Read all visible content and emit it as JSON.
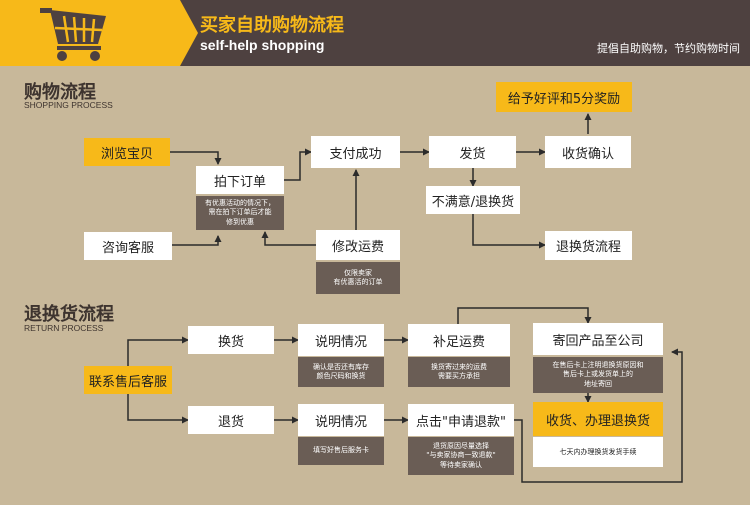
{
  "header": {
    "title": "买家自助购物流程",
    "subtitle": "self-help shopping",
    "tagline": "提倡自助购物，节约购物时间",
    "cart_icon": "shopping-cart-icon"
  },
  "shopping": {
    "title": "购物流程",
    "subtitle": "SHOPPING PROCESS",
    "browse": "浏览宝贝",
    "consult": "咨询客服",
    "order": "拍下订单",
    "order_note": [
      "有优惠活动的情况下，",
      "需在拍下订单后才能",
      "修到优惠"
    ],
    "pay": "支付成功",
    "modify": "修改运费",
    "modify_note": [
      "仅限卖家",
      "有优惠活的订单"
    ],
    "ship": "发货",
    "receive": "收货确认",
    "review": "给予好评和5分奖励",
    "unhappy": "不满意/退换货",
    "return_flow": "退换货流程"
  },
  "returns": {
    "title": "退换货流程",
    "subtitle": "RETURN PROCESS",
    "contact": "联系售后客服",
    "exchange": "换货",
    "explain1": "说明情况",
    "explain1_note": [
      "确认是否还有库存",
      "颜色尺码和换货"
    ],
    "supplement": "补足运费",
    "supplement_note": [
      "换货寄过来的运费",
      "需要买方承担"
    ],
    "send_back": "寄回产品至公司",
    "send_back_note": [
      "在售后卡上注明退换货原因和",
      "售后卡上或发货单上的",
      "地址寄回"
    ],
    "refund": "退货",
    "explain2": "说明情况",
    "explain2_note": [
      "填写好售后服务卡"
    ],
    "click_refund": "点击\"申请退款\"",
    "click_refund_note": [
      "退货原因尽量选择",
      "\"与卖家协商一致退款\"",
      "等待卖家确认"
    ],
    "handle": "收货、办理退换货",
    "handle_note": [
      "七天内办理换货发货手续"
    ]
  },
  "colors": {
    "accent": "#f7b919",
    "header": "#4e4140",
    "background": "#c8b89a",
    "note": "#6a5d55"
  }
}
